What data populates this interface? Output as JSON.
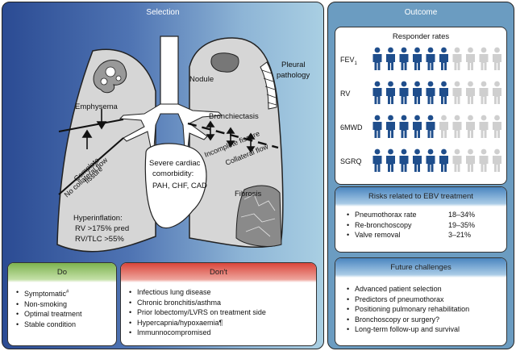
{
  "selection": {
    "title": "Selection",
    "labels": {
      "emphysema": "Emphysema",
      "complete_fissure_1": "Complete",
      "complete_fissure_2": "fissure",
      "no_collateral_flow": "No collateral flow",
      "nodule": "Nodule",
      "pleural_1": "Pleural",
      "pleural_2": "pathology",
      "bronchiectasis": "Bronchiectasis",
      "incomplete_fissure": "Incomplete fissure",
      "collateral_flow": "Collateral flow",
      "cardiac_1": "Severe cardiac",
      "cardiac_2": "comorbidity:",
      "cardiac_3": "PAH, CHF, CAD",
      "fibrosis": "Fibrosis",
      "hyper_1": "Hyperinflation:",
      "hyper_2": "RV >175% pred",
      "hyper_3": "RV/TLC >55%"
    },
    "do": {
      "title": "Do",
      "items": [
        "Symptomatic#",
        "Non-smoking",
        "Optimal treatment",
        "Stable condition"
      ]
    },
    "dont": {
      "title": "Don't",
      "items": [
        "Infectious lung disease",
        "Chronic bronchitis/asthma",
        "Prior lobectomy/LVRS on treatment side",
        "Hypercapnia/hypoxaemia¶",
        "Immunnocompromised"
      ]
    }
  },
  "outcome": {
    "title": "Outcome",
    "responder": {
      "title": "Responder rates",
      "rows": [
        {
          "label": "FEV1",
          "responders": 6,
          "total": 10
        },
        {
          "label": "RV",
          "responders": 6,
          "total": 10
        },
        {
          "label": "6MWD",
          "responders": 5,
          "total": 10
        },
        {
          "label": "SGRQ",
          "responders": 6,
          "total": 10
        }
      ]
    },
    "risks": {
      "title": "Risks related to EBV treatment",
      "items": [
        {
          "label": "Pneumothorax rate",
          "value": "18–34%"
        },
        {
          "label": "Re-bronchoscopy",
          "value": "19–35%"
        },
        {
          "label": "Valve removal",
          "value": "3–21%"
        }
      ]
    },
    "future": {
      "title": "Future challenges",
      "items": [
        "Advanced patient selection",
        "Predictors of pneumothorax",
        "Positioning pulmonary rehabilitation",
        "Bronchoscopy or surgery?",
        "Long-term follow-up and survival"
      ]
    }
  },
  "colors": {
    "responder": "#1f4e8c",
    "non_responder": "#cfcfcf",
    "do_header": "#7db34e",
    "dont_header": "#d9453a",
    "info_header": "#4a86c0"
  }
}
